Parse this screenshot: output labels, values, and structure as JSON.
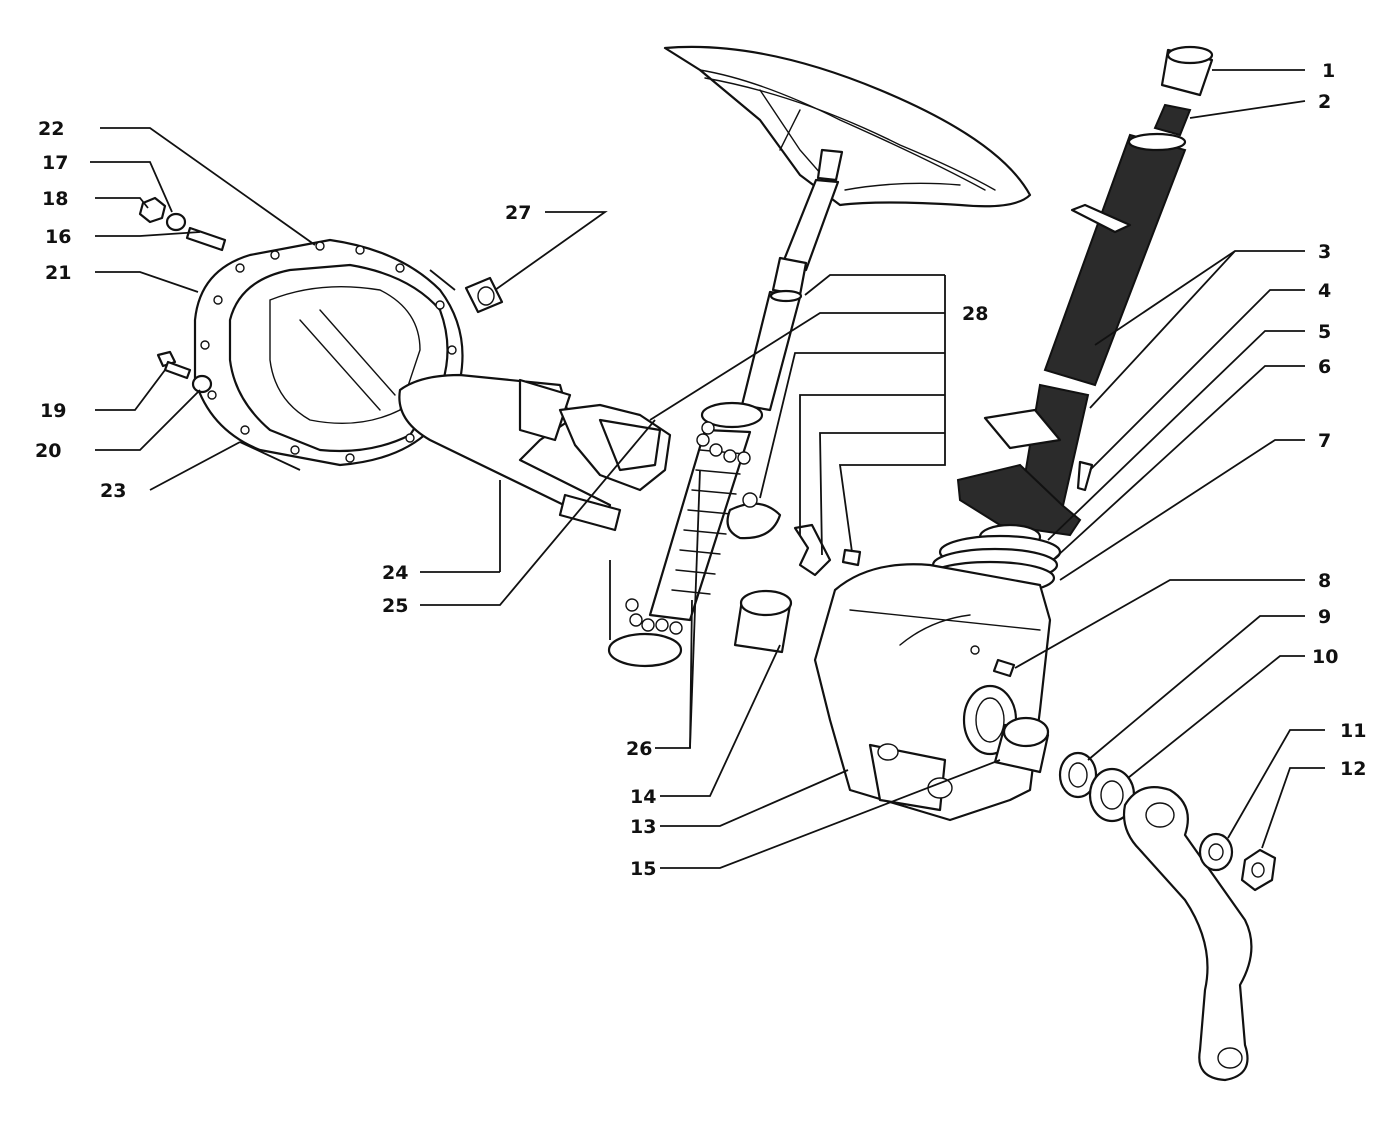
{
  "labels": {
    "p1": "1",
    "p2": "2",
    "p3": "3",
    "p4": "4",
    "p5": "5",
    "p6": "6",
    "p7": "7",
    "p8": "8",
    "p9": "9",
    "p10": "10",
    "p11": "11",
    "p12": "12",
    "p13": "13",
    "p14": "14",
    "p15": "15",
    "p16": "16",
    "p17": "17",
    "p18": "18",
    "p19": "19",
    "p20": "20",
    "p21": "21",
    "p22": "22",
    "p23": "23",
    "p24": "24",
    "p25": "25",
    "p26": "26",
    "p27": "27",
    "p28": "28"
  },
  "colors": {
    "ink": "#111111",
    "paper": "#ffffff",
    "shade": "#2b2b2b"
  }
}
